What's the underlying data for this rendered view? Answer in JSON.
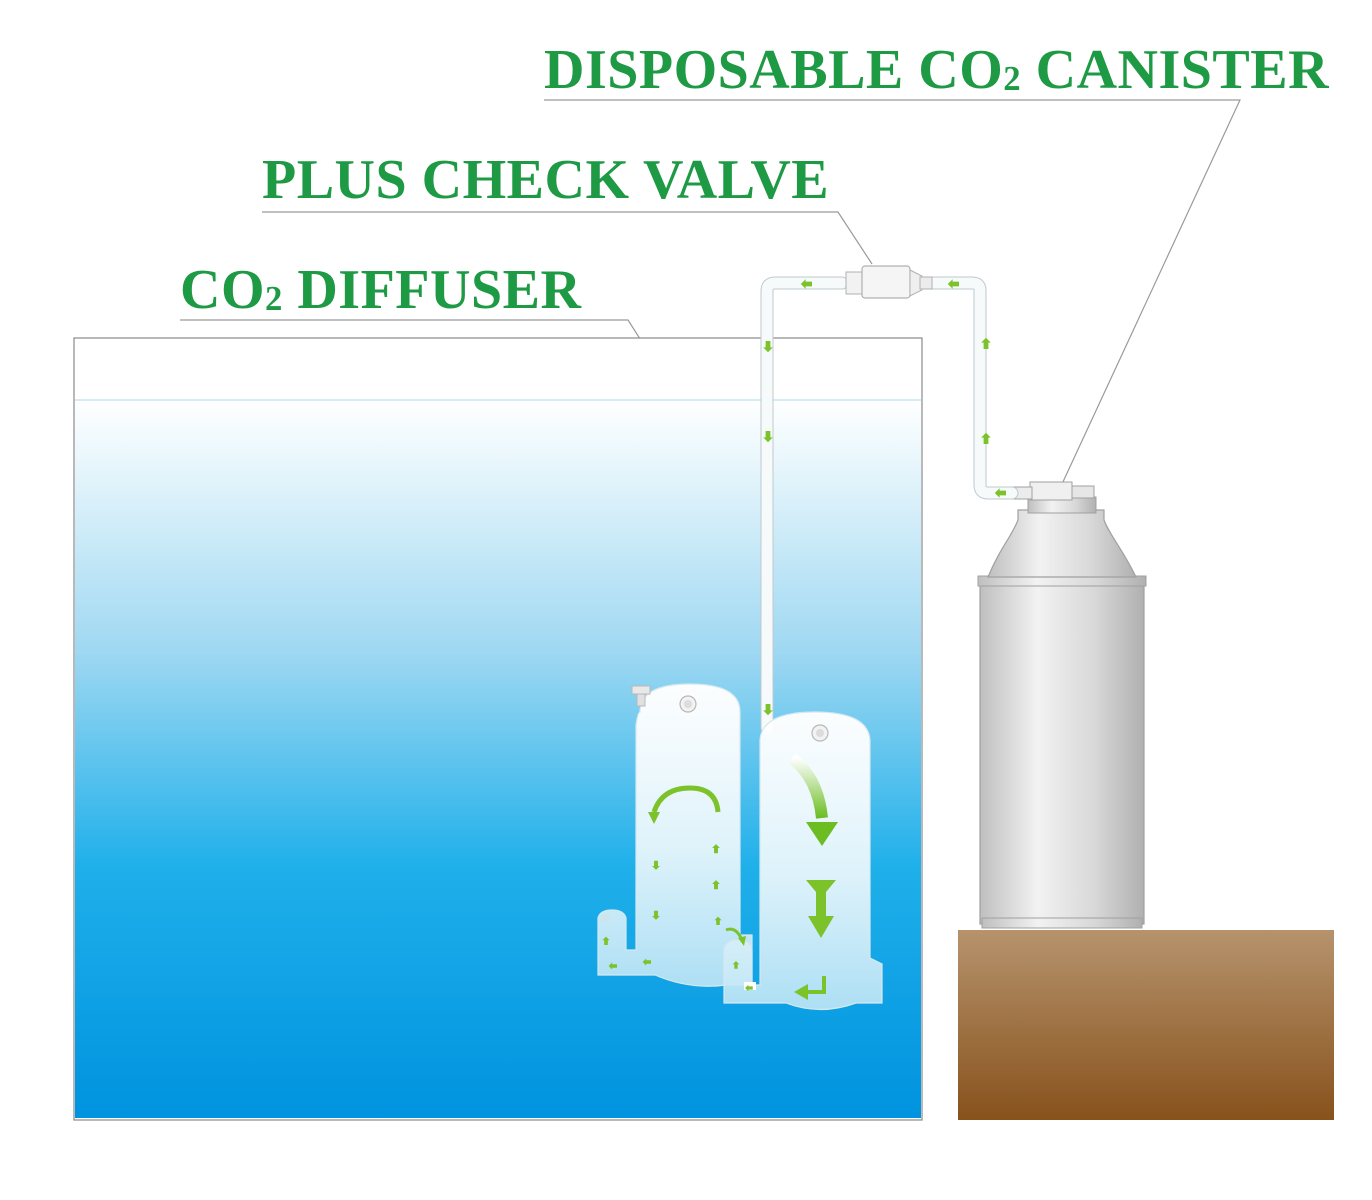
{
  "labels": {
    "canister": {
      "main": "DISPOSABLE CO",
      "sub": "2",
      "rest": " CANISTER"
    },
    "valve": {
      "main": "PLUS CHECK VALVE"
    },
    "diffuser": {
      "main": "CO",
      "sub": "2",
      "rest": " DIFFUSER"
    }
  },
  "colors": {
    "label_text": "#1e9a45",
    "flow_arrow": "#7cc22a",
    "water_top": "#eaf7fc",
    "water_bottom": "#0094e0",
    "stand_top": "#b4916a",
    "stand_bottom": "#8a5520",
    "canister": "#d6d6d6",
    "tube": "#f4f8fa"
  },
  "icons": {
    "flow": "arrow-icon",
    "canister": "co2-canister-icon",
    "valve": "check-valve-icon",
    "diffuser": "diffuser-icon"
  }
}
